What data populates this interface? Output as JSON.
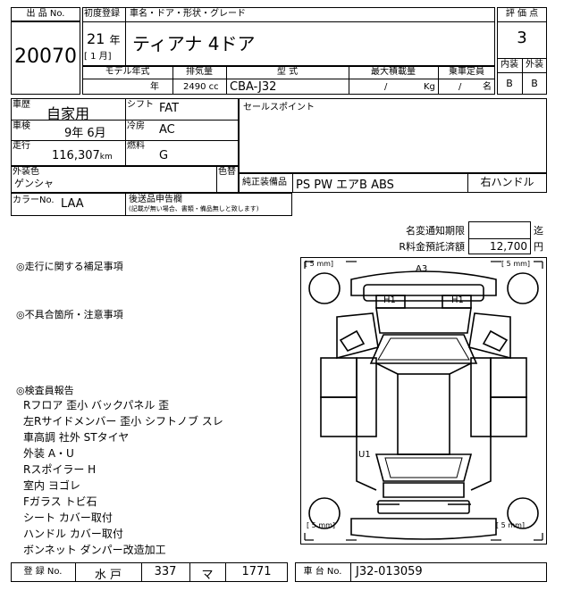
{
  "header": {
    "lot_no_label": "出 品 No.",
    "lot_no": "20070",
    "first_reg_label": "初度登録",
    "car_name_label": "車名・ドア・形状・グレード",
    "year": "21",
    "year_unit": "年",
    "month_value": "[ 1 月]",
    "car_name": "ティアナ 4ドア",
    "model_year_label": "モデル年式",
    "displacement_label": "排気量",
    "model_label": "型 式",
    "max_load_label": "最大積載量",
    "capacity_label": "乗車定員",
    "model_year_unit": "年",
    "displacement": "2490 cc",
    "model_code": "CBA-J32",
    "load_slash": "/",
    "load_unit": "Kg",
    "capacity_slash": "/",
    "capacity_unit": "名",
    "score_label": "評 価 点",
    "score": "3",
    "interior_label": "内装",
    "exterior_label": "外装",
    "interior_grade": "B",
    "exterior_grade": "B"
  },
  "details": {
    "history_label": "車歴",
    "history": "自家用",
    "shift_label": "シフト",
    "shift": "FAT",
    "inspection_label": "車検",
    "inspection": "9年 6月",
    "ac_label": "冷房",
    "ac": "AC",
    "mileage_label": "走行",
    "mileage": "116,307",
    "mileage_unit": "km",
    "fuel_label": "燃料",
    "fuel": "G",
    "sales_point_label": "セールスポイント",
    "exterior_color_label": "外装色",
    "exterior_color": "ゲンシャ",
    "color_change_label": "色替",
    "equipment_label": "純正装備品",
    "equipment": "PS PW エアB ABS",
    "steering": "右ハンドル",
    "color_no_label": "カラーNo.",
    "color_no": "LAA",
    "declaration_label": "後送品申告欄",
    "declaration_note": "(記載が無い場合、書類・備品無しと致します)"
  },
  "fees": {
    "name_change_label": "名変通知期限",
    "name_change_unit": "迄",
    "recycle_label": "R料金預託済額",
    "recycle_value": "12,700",
    "recycle_unit": "円"
  },
  "notes": {
    "driving_label": "◎走行に関する補足事項",
    "defects_label": "◎不具合箇所・注意事項",
    "inspector_label": "◎検査員報告",
    "inspector_lines": [
      "Rフロア 歪小 バックパネル 歪",
      "左Rサイドメンバー 歪小 シフトノブ スレ",
      "車高調 社外 STタイヤ",
      "外装 A・U",
      "Rスポイラー H",
      "室内 ヨゴレ",
      "Fガラス トビ石",
      "シート カバー取付",
      "ハンドル カバー取付",
      "ボンネット ダンパー改造加工"
    ]
  },
  "diagram": {
    "tire_fl": "5 ",
    "tire_fr": "5 ",
    "tire_rl": "5 ",
    "tire_rr": "5 ",
    "mark_front_bumper": "A3",
    "mark_left_headlight": "H1",
    "mark_right_headlight": "H1",
    "mark_left_side": "U1"
  },
  "footer": {
    "reg_label": "登 録 No.",
    "reg_area": "水 戸",
    "reg_class": "337",
    "reg_kana": "マ",
    "reg_number": "1771",
    "chassis_label": "車 台 No.",
    "chassis_no": "J32-013059"
  }
}
